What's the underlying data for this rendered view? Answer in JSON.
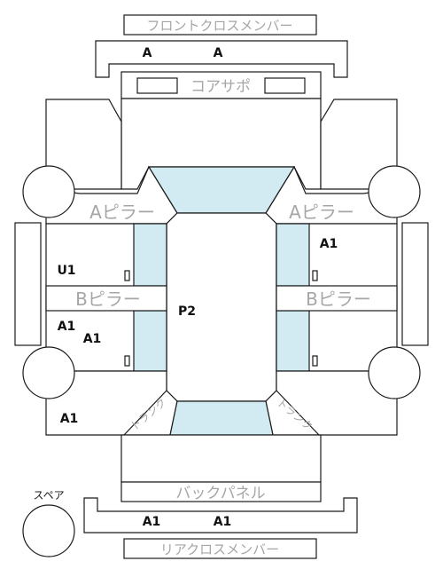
{
  "labels": {
    "front_cross_member": "フロントクロスメンバー",
    "core_support": "コアサポ",
    "a_pillar_left": "Aピラー",
    "a_pillar_right": "Aピラー",
    "b_pillar_left": "Bピラー",
    "b_pillar_right": "Bピラー",
    "trunk_left": "トランク",
    "trunk_right": "トランク",
    "back_panel": "バックパネル",
    "spare": "スペア",
    "rear_cross_member": "リアクロスメンバー"
  },
  "grades": {
    "front_cross_left": "A",
    "front_cross_right": "A",
    "right_front_door": "A1",
    "left_front_door": "U1",
    "roof": "P2",
    "left_rear_door_a": "A1",
    "left_rear_door_b": "A1",
    "left_rear_fender": "A1",
    "rear_cross_left": "A1",
    "rear_cross_right": "A1"
  },
  "colors": {
    "glass": "#d2eaf1",
    "outline": "#1a1a1a",
    "label_gray": "#a6a6a6"
  }
}
